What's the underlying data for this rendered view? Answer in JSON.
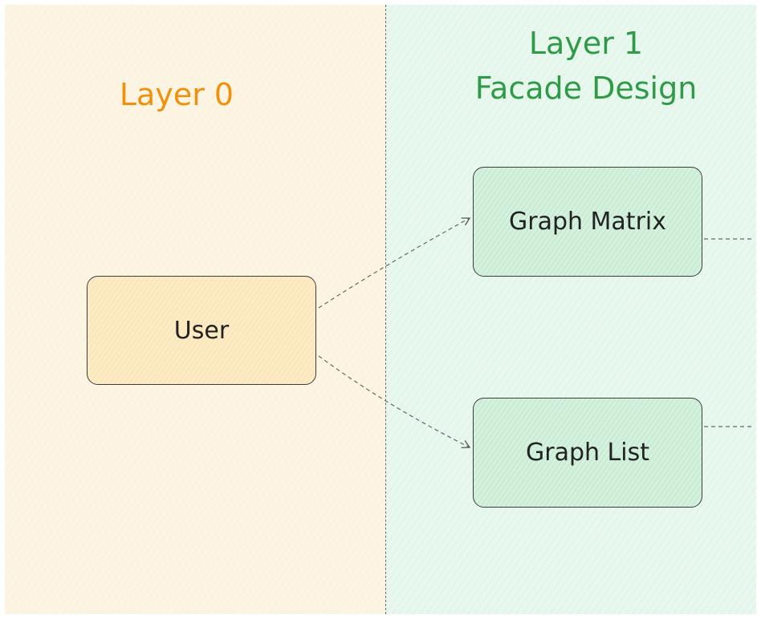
{
  "layers": [
    {
      "id": "layer0",
      "title": "Layer 0",
      "color": "#f0900c"
    },
    {
      "id": "layer1",
      "title_line1": "Layer 1",
      "title_line2": "Facade Design",
      "color": "#2f9a47"
    }
  ],
  "nodes": [
    {
      "id": "user",
      "label": "User",
      "layer": "layer0"
    },
    {
      "id": "graph_matrix",
      "label": "Graph Matrix",
      "layer": "layer1"
    },
    {
      "id": "graph_list",
      "label": "Graph List",
      "layer": "layer1"
    }
  ],
  "edges": [
    {
      "from": "user",
      "to": "graph_matrix",
      "style": "dashed",
      "arrow": true
    },
    {
      "from": "user",
      "to": "graph_list",
      "style": "dashed",
      "arrow": true
    },
    {
      "from": "graph_matrix",
      "to": "offscreen-right",
      "style": "dashed",
      "arrow": false
    },
    {
      "from": "graph_list",
      "to": "offscreen-right",
      "style": "dashed",
      "arrow": false
    }
  ],
  "colors": {
    "layer0_bg": "#fdf5e3",
    "layer1_bg": "#e9f8ee",
    "user_node_fill": "#fcebc4",
    "layer1_node_fill": "#d4f1dd",
    "stroke": "#3d3d3d"
  }
}
